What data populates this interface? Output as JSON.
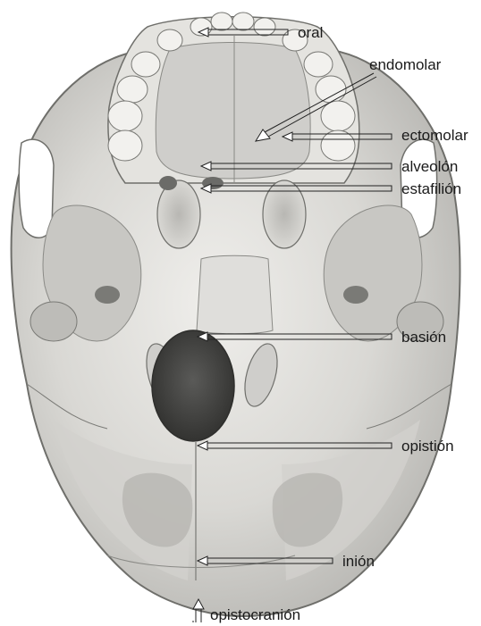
{
  "labels": {
    "oral": "oral",
    "endomolar": "endomolar",
    "ectomolar": "ectomolar",
    "alveolon": "alveolón",
    "estafilion": "estafilión",
    "basion": "basión",
    "opistion": "opistión",
    "inion": "inión",
    "opistocranion": "opistocranión"
  },
  "colors": {
    "bone": "#d6d6d3",
    "bone_light": "#ecebe8",
    "shadow": "#8c8c88",
    "foramen": "#4a4a48",
    "arrow": "#222222"
  }
}
